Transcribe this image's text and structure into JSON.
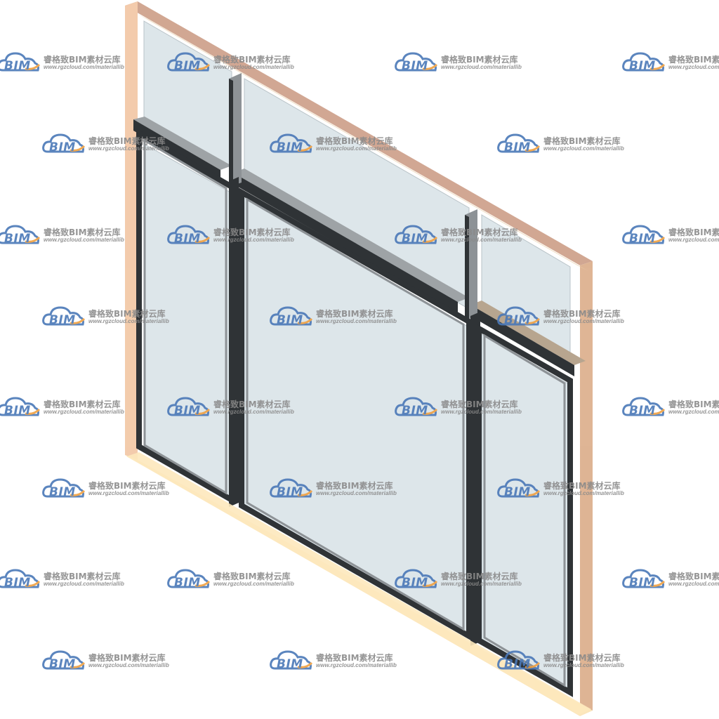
{
  "watermark": {
    "brand": "BIM",
    "name": "睿格致BIM素材云库",
    "url": "www.rgzcloud.com/materiallib",
    "brand_color": "#4a78b8",
    "accent_color": "#f0a040",
    "text_color": "#8a8a8a"
  },
  "model": {
    "subject": "window-model",
    "frame_color": "#f3c9a0",
    "mullion_color": "#2f3336",
    "mullion_side_color": "#8d9296",
    "glass_color": "#dde6ea"
  }
}
